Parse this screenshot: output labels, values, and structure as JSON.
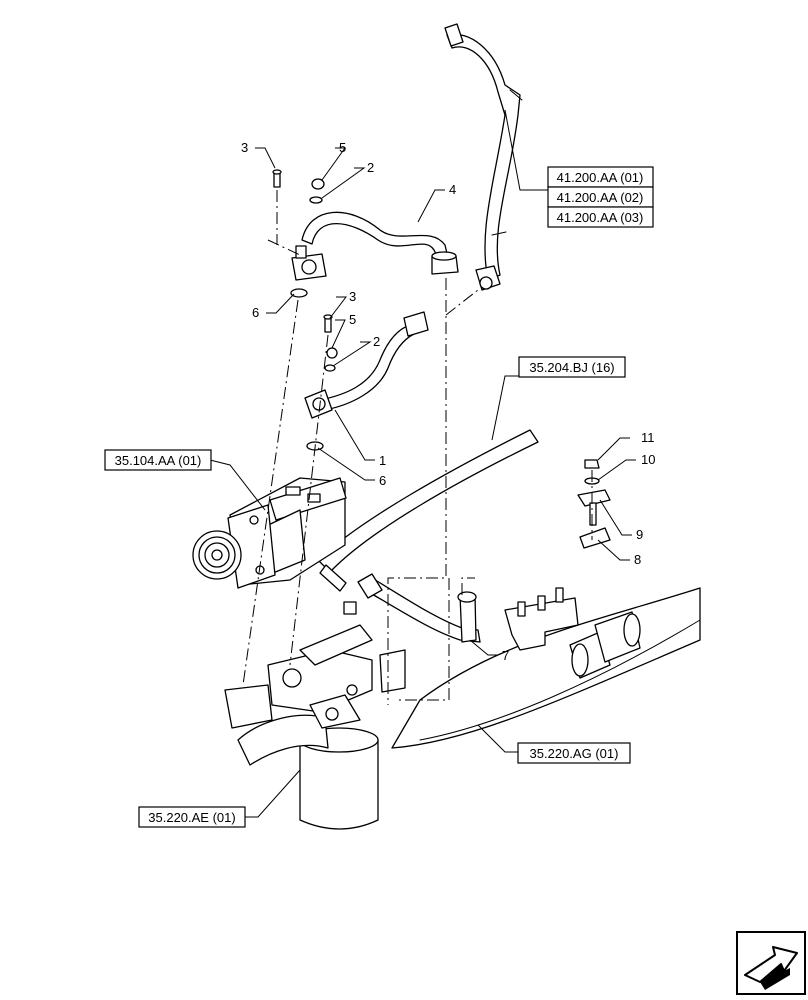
{
  "callouts": {
    "c3a": "3",
    "c5a": "5",
    "c2a": "2",
    "c4": "4",
    "c6a": "6",
    "c3b": "3",
    "c5b": "5",
    "c2b": "2",
    "c1": "1",
    "c6b": "6",
    "c11": "11",
    "c10": "10",
    "c9": "9",
    "c8": "8",
    "c7": "7"
  },
  "references": {
    "r41_01": "41.200.AA (01)",
    "r41_02": "41.200.AA (02)",
    "r41_03": "41.200.AA (03)",
    "r35_204": "35.204.BJ (16)",
    "r35_104": "35.104.AA (01)",
    "r35_220ag": "35.220.AG (01)",
    "r35_220ae": "35.220.AE (01)"
  },
  "nav": {
    "icon": "next-page-arrow-icon"
  }
}
